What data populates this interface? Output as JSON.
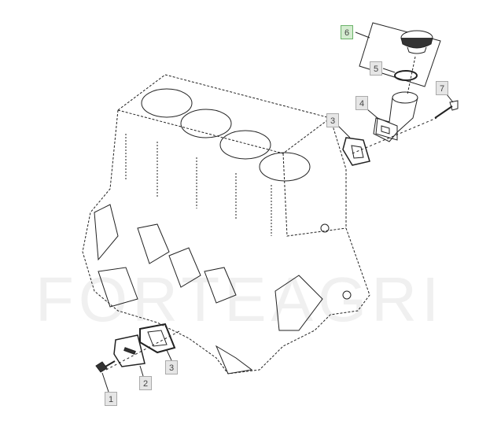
{
  "watermark": "FORTEAGRI",
  "callouts": [
    {
      "label": "6",
      "selected": true
    },
    {
      "label": "5"
    },
    {
      "label": "4"
    },
    {
      "label": "7"
    },
    {
      "label": "3"
    },
    {
      "label": "3"
    },
    {
      "label": "2"
    },
    {
      "label": "1"
    }
  ],
  "colors": {
    "selected_bg": "#d4ecd0",
    "selected_border": "#6cb36a",
    "callout_bg": "#e6e6e6"
  }
}
